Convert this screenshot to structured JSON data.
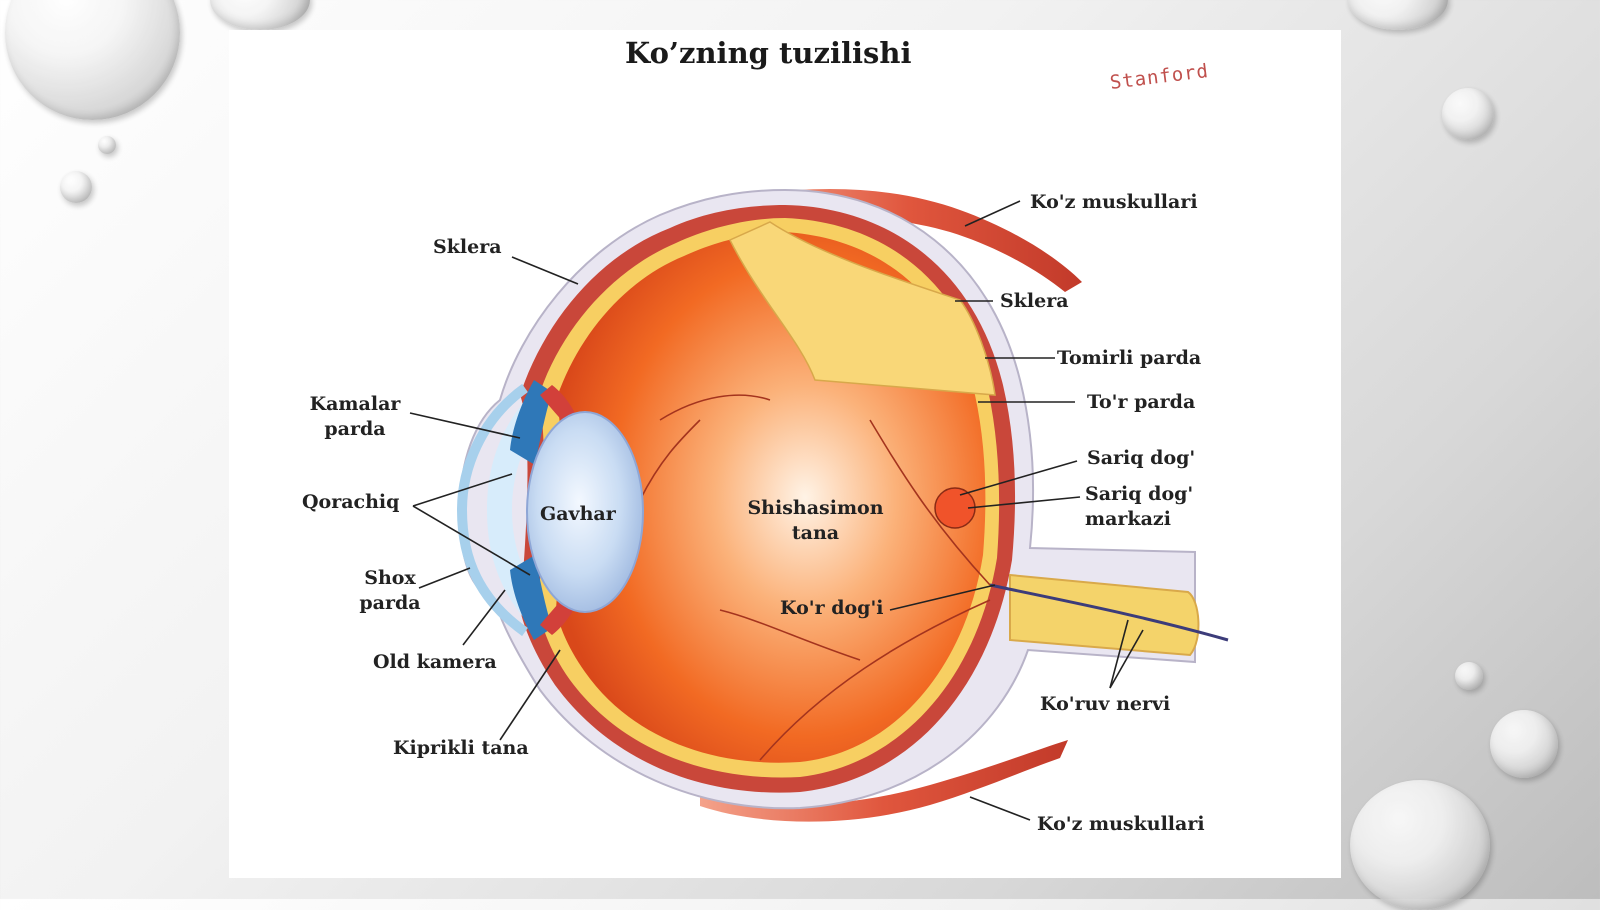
{
  "title": "Ko’zning tuzilishi",
  "watermark": "Stanford",
  "colors": {
    "eye_interior": "#f3651f",
    "sclera": "#e6e3ee",
    "choroid": "#c9473a",
    "retina": "#f9d36e",
    "lens": "#bcd8f0",
    "iris": "#2f78b8",
    "muscle": "#e0563d",
    "optic_nerve": "#f4d36a"
  },
  "labels": {
    "muscles_top": "Ko'z muskullari",
    "sklera_left": "Sklera",
    "sklera_right": "Sklera",
    "tomirli_parda": "Tomirli parda",
    "tor_parda": "To'r parda",
    "kamalar_parda_1": "Kamalar",
    "kamalar_parda_2": "parda",
    "sariq_dog": "Sariq dog'",
    "sariq_dog_markazi_1": "Sariq dog'",
    "sariq_dog_markazi_2": "markazi",
    "qorachiq": "Qorachiq",
    "gavhar": "Gavhar",
    "shishasimon_1": "Shishasimon",
    "shishasimon_2": "tana",
    "shox_parda_1": "Shox",
    "shox_parda_2": "parda",
    "kor_dogi": "Ko'r dog'i",
    "old_kamera": "Old kamera",
    "koruv_nervi": "Ko'ruv nervi",
    "kiprikli_tana": "Kiprikli tana",
    "muscles_bottom": "Ko'z muskullari"
  }
}
